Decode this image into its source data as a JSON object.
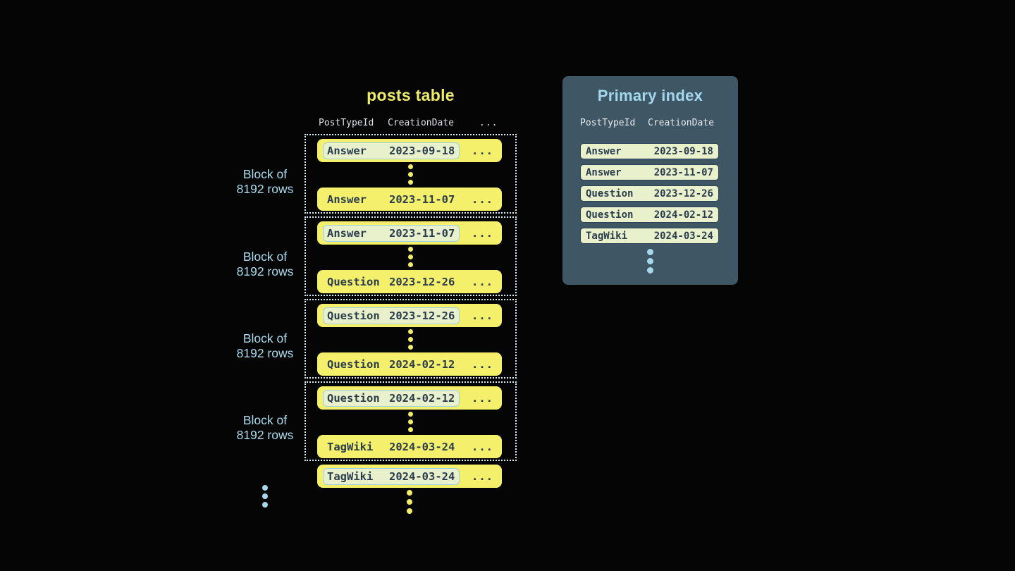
{
  "colors": {
    "background": "#050506",
    "row_yellow": "#f4f06b",
    "highlight_green": "#e8f1cc",
    "highlight_border_blue": "#9bd0e4",
    "dark_text": "#2b3c4e",
    "title_yellow": "#f0ec68",
    "label_blue": "#a9dbee",
    "panel_background": "#3f5664",
    "panel_title_blue": "#a3d8ee",
    "header_gray": "#dce1e6",
    "dotted_border": "#d6edf6",
    "yellow_dot": "#f2ee67",
    "blue_dot": "#a5d8eb"
  },
  "posts_table": {
    "title": "posts table",
    "headers": {
      "col1": "PostTypeId",
      "col2": "CreationDate",
      "ellipsis": "..."
    },
    "block_label": {
      "line1": "Block of",
      "line2": "8192 rows"
    },
    "row_ellipsis": "...",
    "blocks": [
      {
        "first_row": {
          "post_type": "Answer",
          "creation_date": "2023-09-18"
        },
        "last_row": {
          "post_type": "Answer",
          "creation_date": "2023-11-07"
        }
      },
      {
        "first_row": {
          "post_type": "Answer",
          "creation_date": "2023-11-07"
        },
        "last_row": {
          "post_type": "Question",
          "creation_date": "2023-12-26"
        }
      },
      {
        "first_row": {
          "post_type": "Question",
          "creation_date": "2023-12-26"
        },
        "last_row": {
          "post_type": "Question",
          "creation_date": "2024-02-12"
        }
      },
      {
        "first_row": {
          "post_type": "Question",
          "creation_date": "2024-02-12"
        },
        "last_row": {
          "post_type": "TagWiki",
          "creation_date": "2024-03-24"
        }
      }
    ],
    "overflow_row": {
      "post_type": "TagWiki",
      "creation_date": "2024-03-24"
    }
  },
  "primary_index": {
    "title": "Primary index",
    "headers": {
      "col1": "PostTypeId",
      "col2": "CreationDate"
    },
    "rows": [
      {
        "post_type": "Answer",
        "creation_date": "2023-09-18"
      },
      {
        "post_type": "Answer",
        "creation_date": "2023-11-07"
      },
      {
        "post_type": "Question",
        "creation_date": "2023-12-26"
      },
      {
        "post_type": "Question",
        "creation_date": "2024-02-12"
      },
      {
        "post_type": "TagWiki",
        "creation_date": "2024-03-24"
      }
    ]
  }
}
